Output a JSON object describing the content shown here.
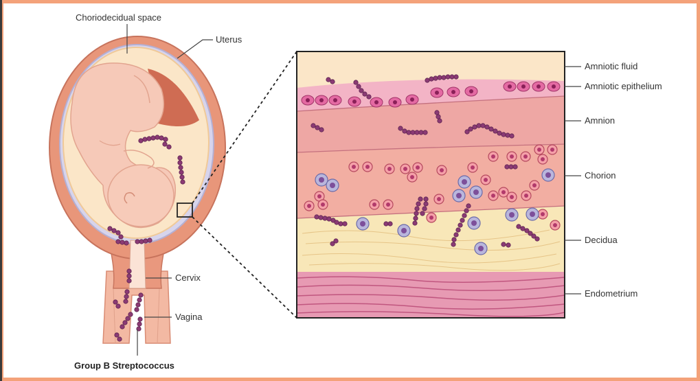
{
  "labels": {
    "choriodecidual_space": "Choriodecidual space",
    "uterus": "Uterus",
    "cervix": "Cervix",
    "vagina": "Vagina",
    "group_b_strep": "Group B Streptococcus",
    "amniotic_fluid": "Amniotic fluid",
    "amniotic_epithelium": "Amniotic epithelium",
    "amnion": "Amnion",
    "chorion": "Chorion",
    "decidua": "Decidua",
    "endometrium": "Endometrium"
  },
  "colors": {
    "frame": "#f4a27a",
    "uterus_wall": "#e8967a",
    "fetus": "#f6c9b8",
    "amniotic_fluid": "#fbe6c8",
    "epithelium": "#f3b4c6",
    "amnion": "#eea7a4",
    "chorion": "#f2aea2",
    "decidua": "#f8e7b8",
    "endometrium": "#e79ab3",
    "bacteria": "#8b3a74"
  }
}
